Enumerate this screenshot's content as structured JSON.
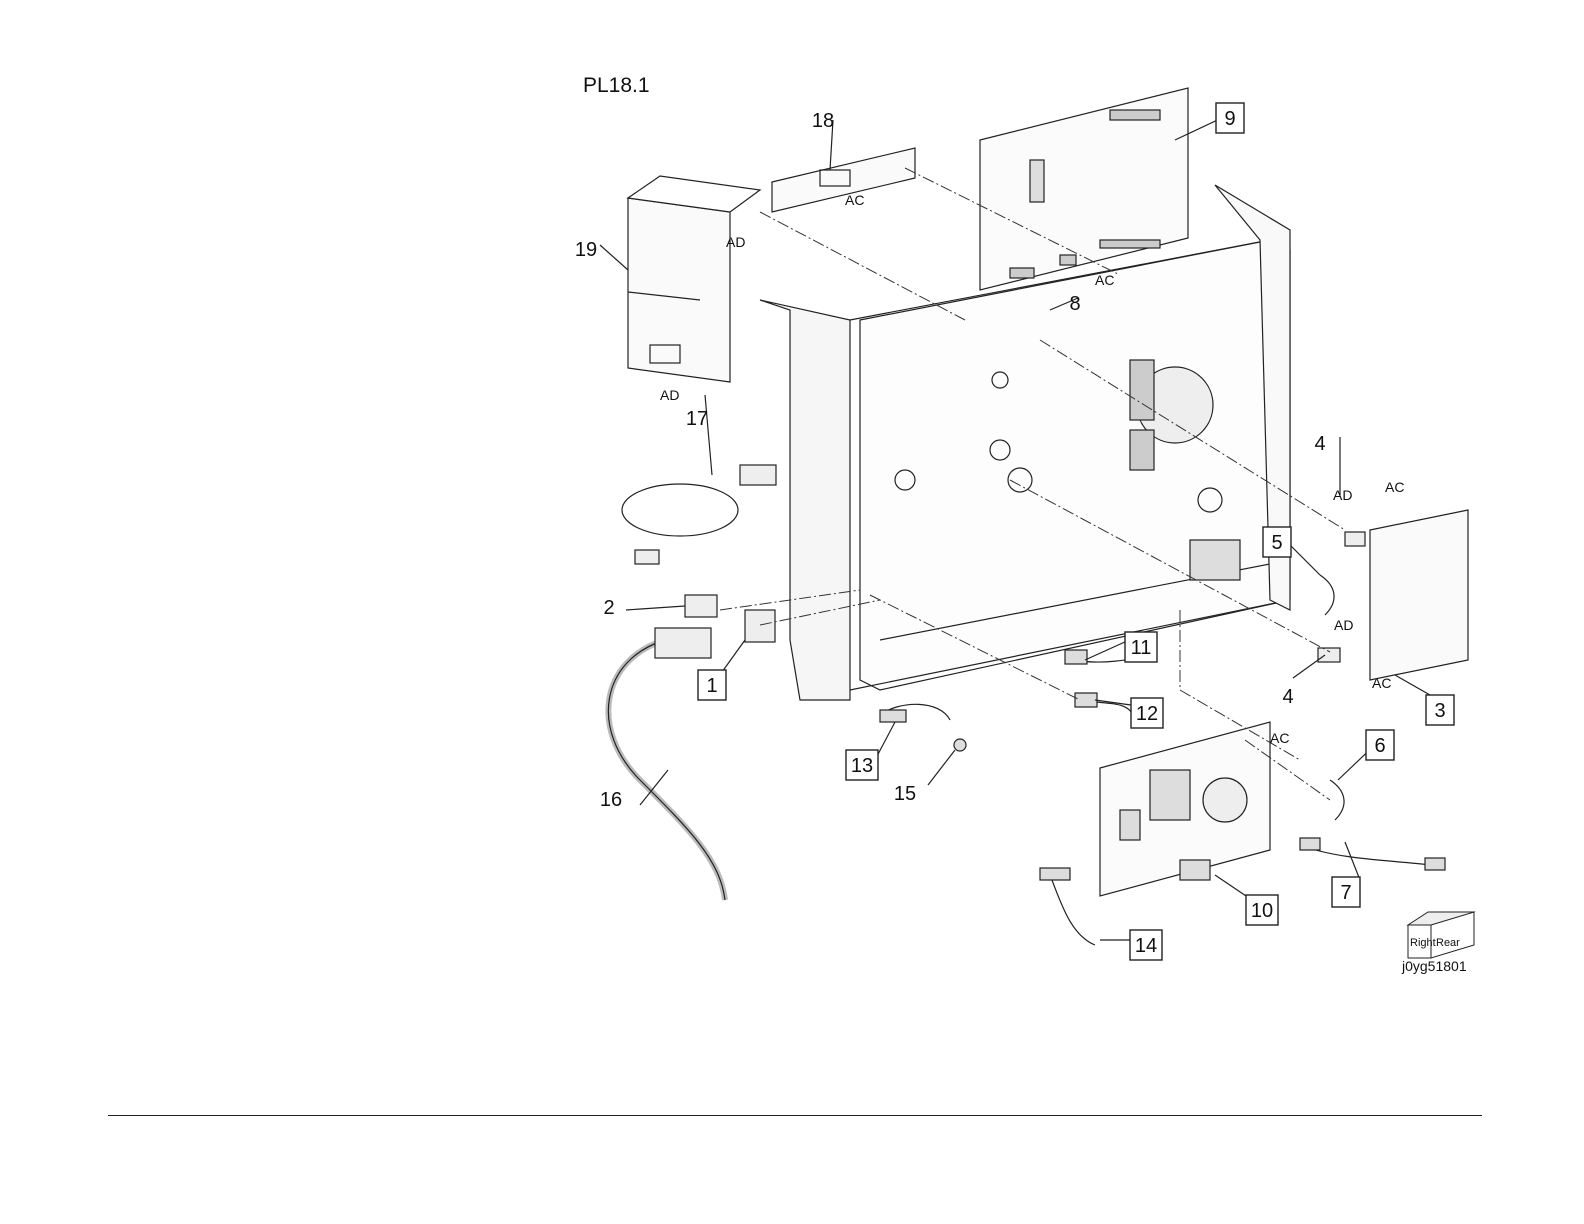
{
  "figure": {
    "plate_title": "PL18.1",
    "figure_id": "j0yg51801"
  },
  "callouts": [
    {
      "num": "1",
      "boxed": true
    },
    {
      "num": "2",
      "boxed": false
    },
    {
      "num": "3",
      "boxed": true
    },
    {
      "num": "4",
      "boxed": false
    },
    {
      "num": "4",
      "boxed": false
    },
    {
      "num": "5",
      "boxed": true
    },
    {
      "num": "6",
      "boxed": true
    },
    {
      "num": "7",
      "boxed": true
    },
    {
      "num": "8",
      "boxed": false
    },
    {
      "num": "9",
      "boxed": true
    },
    {
      "num": "10",
      "boxed": true
    },
    {
      "num": "11",
      "boxed": true
    },
    {
      "num": "12",
      "boxed": true
    },
    {
      "num": "13",
      "boxed": true
    },
    {
      "num": "14",
      "boxed": true
    },
    {
      "num": "15",
      "boxed": false
    },
    {
      "num": "16",
      "boxed": false
    },
    {
      "num": "17",
      "boxed": false
    },
    {
      "num": "18",
      "boxed": false
    },
    {
      "num": "19",
      "boxed": false
    }
  ],
  "connector_tags": [
    "AC",
    "AD",
    "AD",
    "AC",
    "AD",
    "AC",
    "AD",
    "AC",
    "AC"
  ],
  "orientation_cube": {
    "face_left": "Right",
    "face_right": "Rear"
  }
}
